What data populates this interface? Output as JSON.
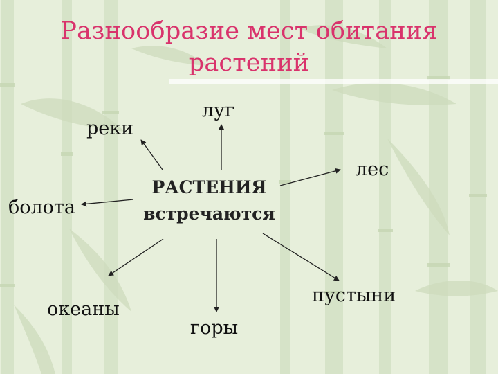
{
  "slide": {
    "title_line1": "Разнообразие мест обитания",
    "title_line2": "растений",
    "center_line1": "РАСТЕНИЯ",
    "center_line2": "встречаются",
    "habitats": {
      "meadow": "луг",
      "rivers": "реки",
      "forest": "лес",
      "swamps": "болота",
      "oceans": "океаны",
      "mountains": "горы",
      "deserts": "пустыни"
    }
  },
  "colors": {
    "background": "#e7efdb",
    "title": "#d9336c",
    "text": "#111111",
    "bamboo": "#cfdcc0"
  },
  "background_decoration": "bamboo-pattern"
}
